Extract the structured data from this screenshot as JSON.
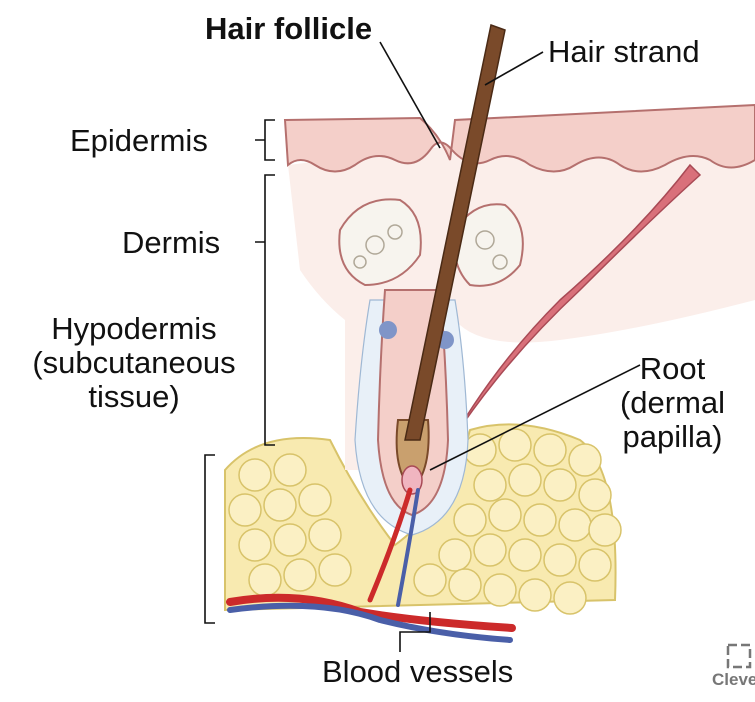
{
  "title": "Hair follicle",
  "labels": {
    "hair_strand": "Hair strand",
    "epidermis": "Epidermis",
    "dermis": "Dermis",
    "hypodermis_line1": "Hypodermis",
    "hypodermis_line2": "(subcutaneous",
    "hypodermis_line3": "tissue)",
    "root_line1": "Root",
    "root_line2": "(dermal",
    "root_line3": "papilla)",
    "blood_vessels": "Blood vessels"
  },
  "watermark": "Clevel",
  "colors": {
    "skin": "#f4cfc9",
    "skin_stroke": "#b5706e",
    "gland": "#f7f4ee",
    "hair": "#7a4a2a",
    "muscle": "#d9707a",
    "fat": "#f8eab0",
    "fat_stroke": "#d8c36a",
    "artery": "#cc2a2a",
    "vein": "#4a5fa8"
  }
}
